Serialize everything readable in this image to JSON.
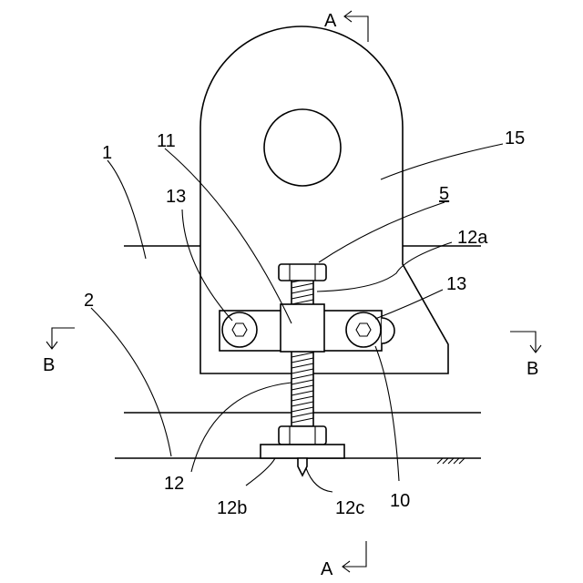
{
  "labels": {
    "l1": "1",
    "l2": "2",
    "l5": "5",
    "l10": "10",
    "l11": "11",
    "l12": "12",
    "l12a": "12a",
    "l12b": "12b",
    "l12c": "12c",
    "l13_left": "13",
    "l13_right": "13",
    "l15": "15"
  },
  "section_marks": {
    "a_top": "A",
    "a_bottom": "A",
    "b_left": "B",
    "b_right": "B"
  }
}
